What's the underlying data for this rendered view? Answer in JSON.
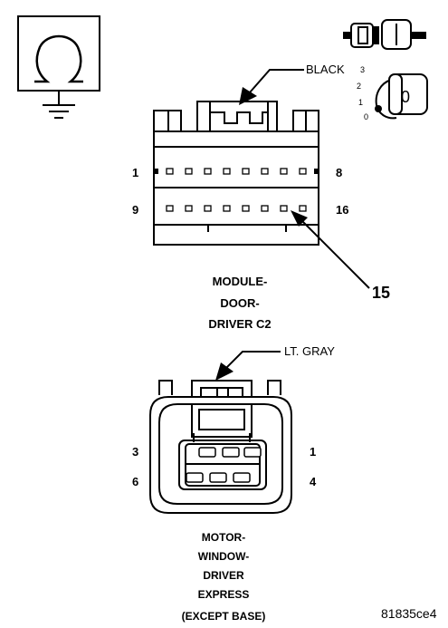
{
  "ohmmeter": {
    "symbol": "Ω"
  },
  "key_switch": {
    "positions": [
      "3",
      "2",
      "1",
      "0"
    ],
    "key_label": "0"
  },
  "connector_c2": {
    "color_label": "BLACK",
    "pin_labels": {
      "top_left": "1",
      "top_right": "8",
      "bottom_left": "9",
      "bottom_right": "16"
    },
    "callout_pin": "15",
    "name_lines": [
      "MODULE-",
      "DOOR-",
      "DRIVER C2"
    ]
  },
  "connector_motor": {
    "color_label": "LT. GRAY",
    "pin_labels": {
      "top_left": "3",
      "top_right": "1",
      "bottom_left": "6",
      "bottom_right": "4"
    },
    "name_lines": [
      "MOTOR-",
      "WINDOW-",
      "DRIVER",
      "EXPRESS",
      "(EXCEPT BASE)"
    ]
  },
  "figure_id": "81835ce4",
  "colors": {
    "line": "#000000",
    "background": "#ffffff"
  }
}
